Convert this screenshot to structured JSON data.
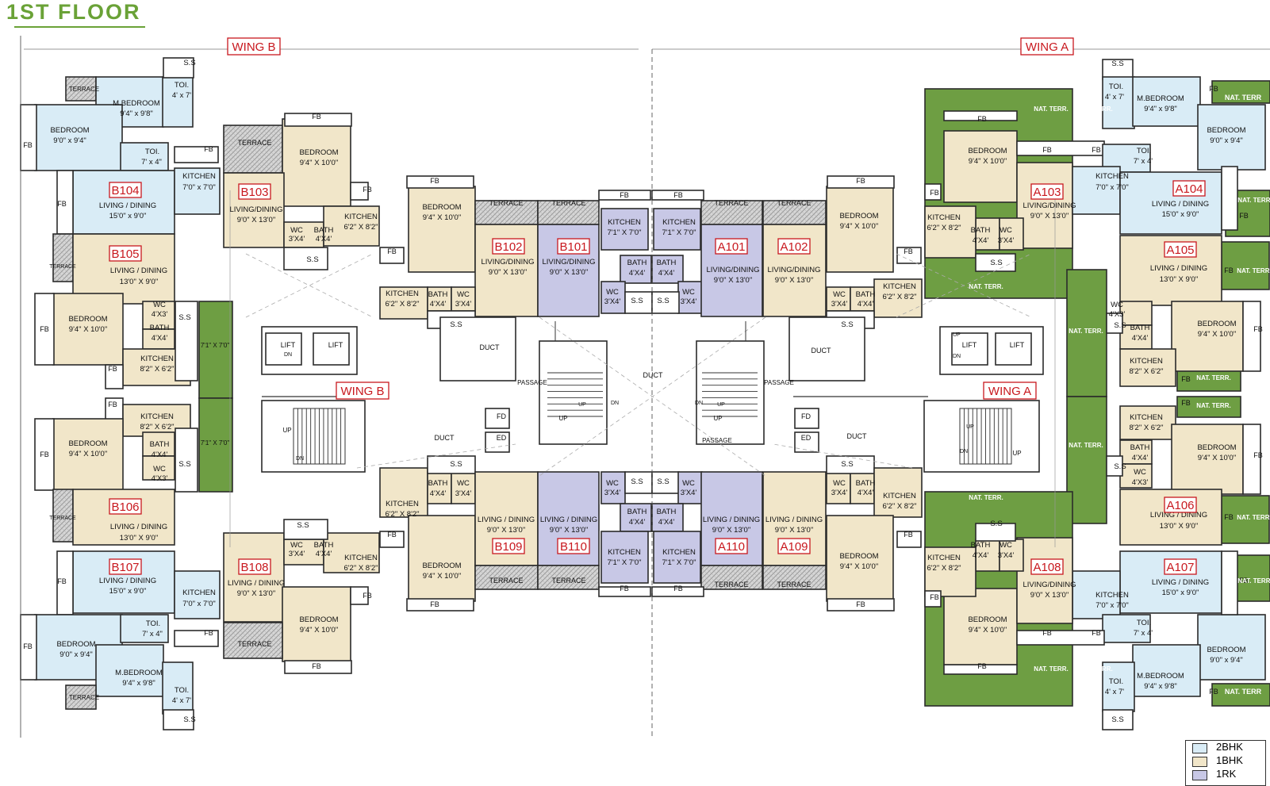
{
  "title": "1ST FLOOR",
  "colors": {
    "bhk2": "#d9ecf6",
    "bhk1": "#f1e6c9",
    "rk1": "#c8c8e6",
    "terrace_green": "#6e9e43",
    "wall": "#2b2b2b",
    "tag": "#c8181e"
  },
  "legend": [
    {
      "label": "2BHK",
      "color": "#d9ecf6"
    },
    {
      "label": "1BHK",
      "color": "#f1e6c9"
    },
    {
      "label": "1RK",
      "color": "#c8c8e6"
    }
  ],
  "wing_labels": [
    "WING B",
    "WING A",
    "WING B",
    "WING A"
  ],
  "unit_tags": [
    "B104",
    "B103",
    "B102",
    "B101",
    "A101",
    "A102",
    "A103",
    "A104",
    "B105",
    "A105",
    "B106",
    "A106",
    "B107",
    "B108",
    "B109",
    "B110",
    "A110",
    "A109",
    "A108",
    "A107"
  ],
  "room_labels": [
    "S.S",
    "TERRACE",
    "M.BEDROOM",
    "9'4\" x 9'8\"",
    "TOI.",
    "4' x 7'",
    "BEDROOM",
    "9'0\" x 9'4\"",
    "FB",
    "7' x 4\"",
    "KITCHEN",
    "7'0\" x 7'0\"",
    "LIVING / DINING",
    "15'0\" x 9'0\"",
    "9'4\" X 10'0\"",
    "LIVING/DINING",
    "9'0\" X 13'0\"",
    "WC",
    "3'X4'",
    "BATH",
    "4'X4'",
    "6'2\" X 8'2\"",
    "7'1\" X 7'0\"",
    "NAT. TERR.",
    "NAT. TERR",
    "4'X3'",
    "8'2\" X 6'2\"",
    "13'0\" X 9'0\"",
    "7' x 4'",
    "LIFT",
    "DN",
    "DUCT",
    "UP",
    "PASSAGE",
    "FD",
    "ED",
    "LIVING / DINING"
  ]
}
